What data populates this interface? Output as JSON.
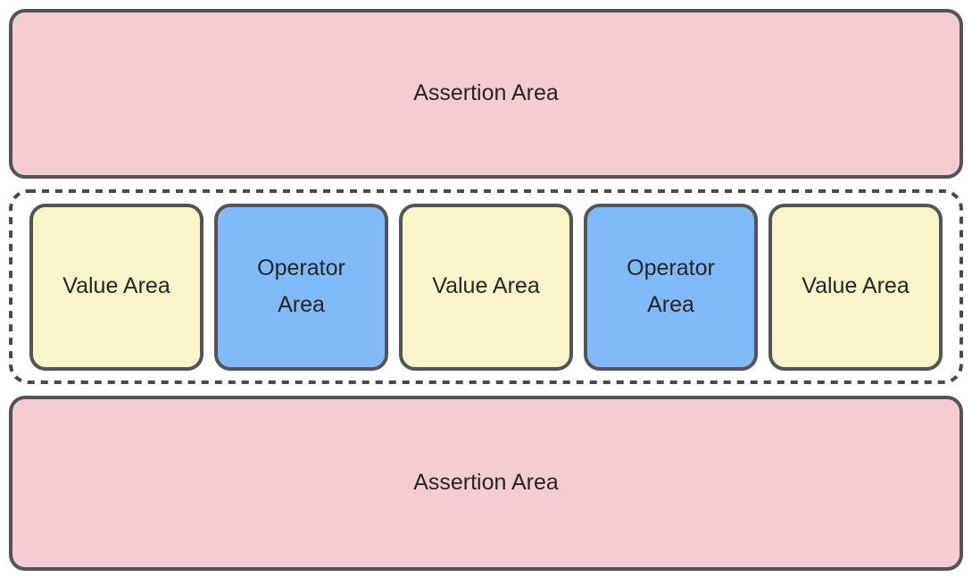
{
  "colors": {
    "assertion_fill": "#f5cdd0",
    "value_fill": "#faf4c9",
    "operator_fill": "#80baf8",
    "box_border": "#545454",
    "dashed_border": "#4a4a4a",
    "text": "#262626",
    "background": "#ffffff"
  },
  "assertion_top": {
    "label": "Assertion Area"
  },
  "assertion_bottom": {
    "label": "Assertion Area"
  },
  "expression_row": {
    "items": [
      {
        "type": "value",
        "label": "Value Area"
      },
      {
        "type": "operator",
        "label": "Operator Area"
      },
      {
        "type": "value",
        "label": "Value Area"
      },
      {
        "type": "operator",
        "label": "Operator Area"
      },
      {
        "type": "value",
        "label": "Value Area"
      }
    ]
  }
}
